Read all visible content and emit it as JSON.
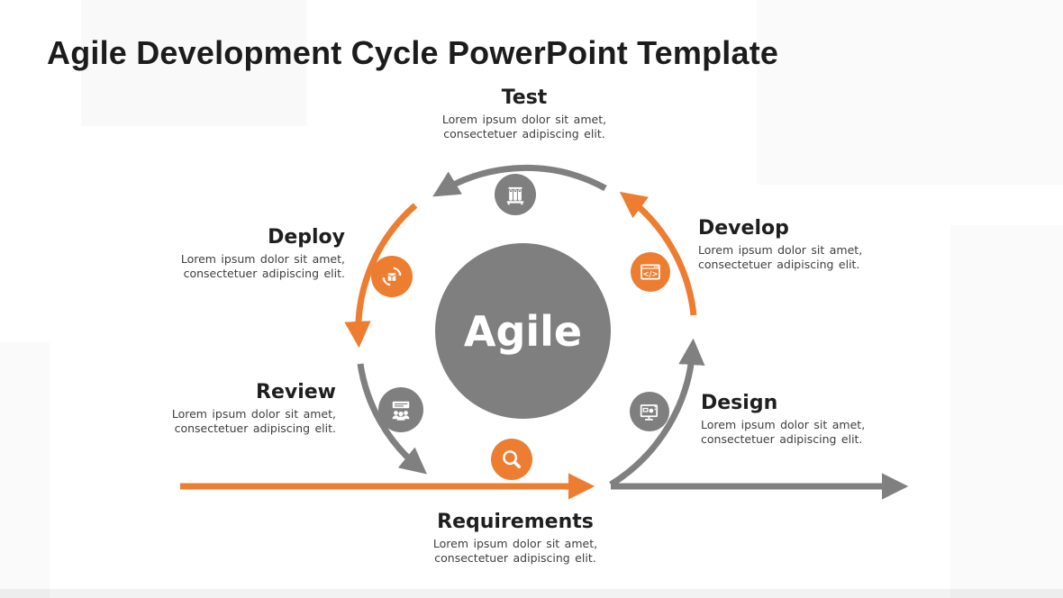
{
  "slide": {
    "title": "Agile Development Cycle PowerPoint Template",
    "center_label": "Agile"
  },
  "colors": {
    "orange": "#ED7D31",
    "gray": "#7F7F7F",
    "arrow_gray": "#808080"
  },
  "stages": {
    "test": {
      "label": "Test",
      "desc1": "Lorem ipsum dolor sit amet,",
      "desc2": "consectetuer adipiscing elit."
    },
    "develop": {
      "label": "Develop",
      "desc1": "Lorem ipsum dolor sit amet,",
      "desc2": "consectetuer adipiscing elit."
    },
    "design": {
      "label": "Design",
      "desc1": "Lorem ipsum dolor sit amet,",
      "desc2": "consectetuer adipiscing elit."
    },
    "requirements": {
      "label": "Requirements",
      "desc1": "Lorem ipsum dolor sit amet,",
      "desc2": "consectetuer adipiscing elit."
    },
    "review": {
      "label": "Review",
      "desc1": "Lorem ipsum dolor sit amet,",
      "desc2": "consectetuer adipiscing elit."
    },
    "deploy": {
      "label": "Deploy",
      "desc1": "Lorem ipsum dolor sit amet,",
      "desc2": "consectetuer adipiscing elit."
    }
  },
  "icons": {
    "test": "test-tubes-icon",
    "develop": "code-window-icon",
    "design": "design-monitor-icon",
    "requirements": "magnifier-icon",
    "review": "review-meeting-icon",
    "deploy": "deploy-package-icon"
  }
}
